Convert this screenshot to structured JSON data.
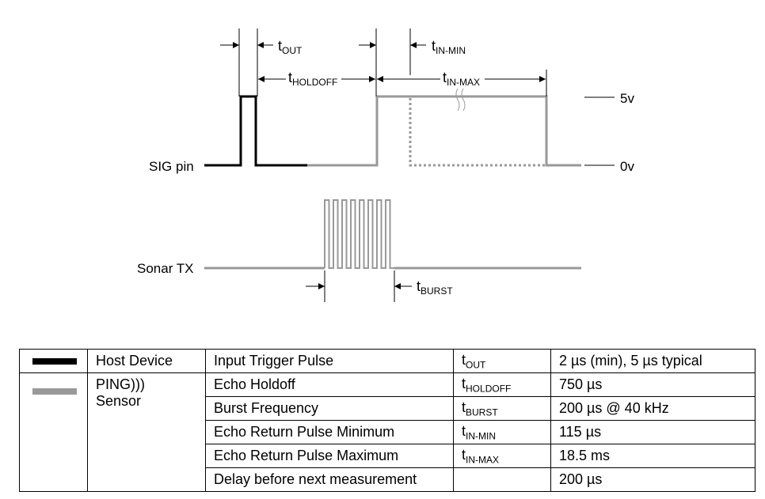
{
  "diagram": {
    "labels": {
      "sig_pin": "SIG pin",
      "sonar_tx": "Sonar TX",
      "v_high": "5v",
      "v_low": "0v"
    },
    "timing": {
      "t_out": {
        "t": "t",
        "sub": "OUT"
      },
      "t_holdoff": {
        "t": "t",
        "sub": "HOLDOFF"
      },
      "t_in_min": {
        "t": "t",
        "sub": "IN-MIN"
      },
      "t_in_max": {
        "t": "t",
        "sub": "IN-MAX"
      },
      "t_burst": {
        "t": "t",
        "sub": "BURST"
      }
    },
    "colors": {
      "host": "#000000",
      "sensor": "#999999"
    }
  },
  "table": {
    "host_device": "Host Device",
    "sensor_line1": "PING)))",
    "sensor_line2": "Sensor",
    "rows": [
      {
        "param": "Input Trigger Pulse",
        "sym": "t",
        "sub": "OUT",
        "value": "2 µs (min), 5 µs typical"
      },
      {
        "param": "Echo Holdoff",
        "sym": "t",
        "sub": "HOLDOFF",
        "value": "750 µs"
      },
      {
        "param": "Burst Frequency",
        "sym": "t",
        "sub": "BURST",
        "value": "200 µs @ 40 kHz"
      },
      {
        "param": "Echo Return Pulse Minimum",
        "sym": "t",
        "sub": "IN-MIN",
        "value": "115 µs"
      },
      {
        "param": "Echo Return Pulse Maximum",
        "sym": "t",
        "sub": "IN-MAX",
        "value": "18.5 ms"
      },
      {
        "param": "Delay before next measurement",
        "sym": "",
        "sub": "",
        "value": "200 µs"
      }
    ]
  }
}
